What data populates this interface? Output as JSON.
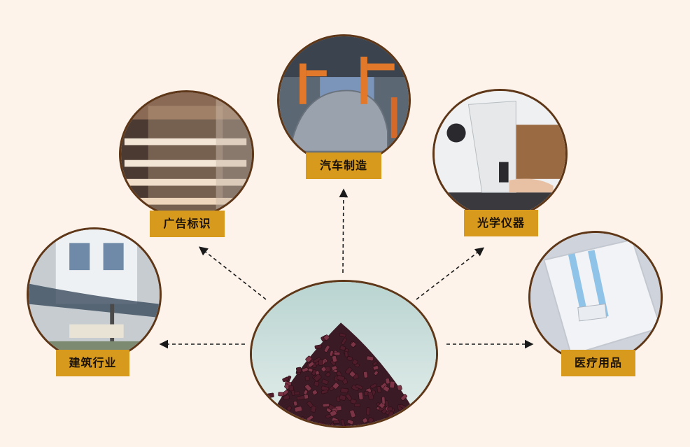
{
  "center": {
    "name": "plastic-pellets"
  },
  "nodes": [
    {
      "id": "auto",
      "label": "汽车制造"
    },
    {
      "id": "ad",
      "label": "广告标识"
    },
    {
      "id": "optic",
      "label": "光学仪器"
    },
    {
      "id": "build",
      "label": "建筑行业"
    },
    {
      "id": "medical",
      "label": "医疗用品"
    }
  ],
  "colors": {
    "background": "#fdf3ea",
    "label_bg": "#d89a1c",
    "circle_border": "#5e3618",
    "arrow": "#1a1a1a"
  }
}
